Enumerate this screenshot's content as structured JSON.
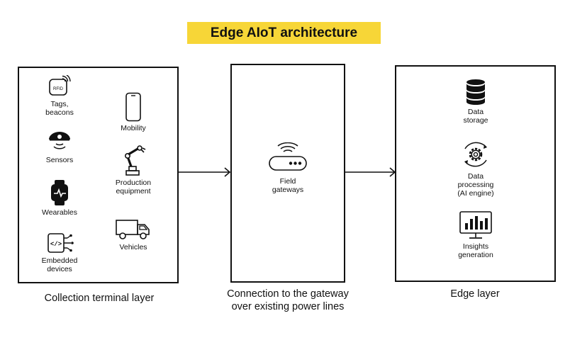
{
  "title": "Edge AIoT architecture",
  "panels": [
    {
      "caption": "Collection terminal layer",
      "items": [
        {
          "icon": "rfid-tag-icon",
          "label": "Tags, beacons",
          "icon_text": "RFID"
        },
        {
          "icon": "mobile-phone-icon",
          "label": "Mobility"
        },
        {
          "icon": "sensor-icon",
          "label": "Sensors"
        },
        {
          "icon": "robot-arm-icon",
          "label": "Production equipment"
        },
        {
          "icon": "smartwatch-icon",
          "label": "Wearables"
        },
        {
          "icon": "truck-icon",
          "label": "Vehicles"
        },
        {
          "icon": "embedded-device-icon",
          "label": "Embedded devices",
          "icon_text": "</>"
        }
      ]
    },
    {
      "caption": "Connection to the gateway over existing power lines",
      "items": [
        {
          "icon": "router-icon",
          "label": "Field gateways"
        }
      ]
    },
    {
      "caption": "Edge layer",
      "items": [
        {
          "icon": "database-icon",
          "label": "Data storage"
        },
        {
          "icon": "gear-cycle-icon",
          "label": "Data processing (AI engine)"
        },
        {
          "icon": "monitor-chart-icon",
          "label": "Insights generation"
        }
      ]
    }
  ]
}
